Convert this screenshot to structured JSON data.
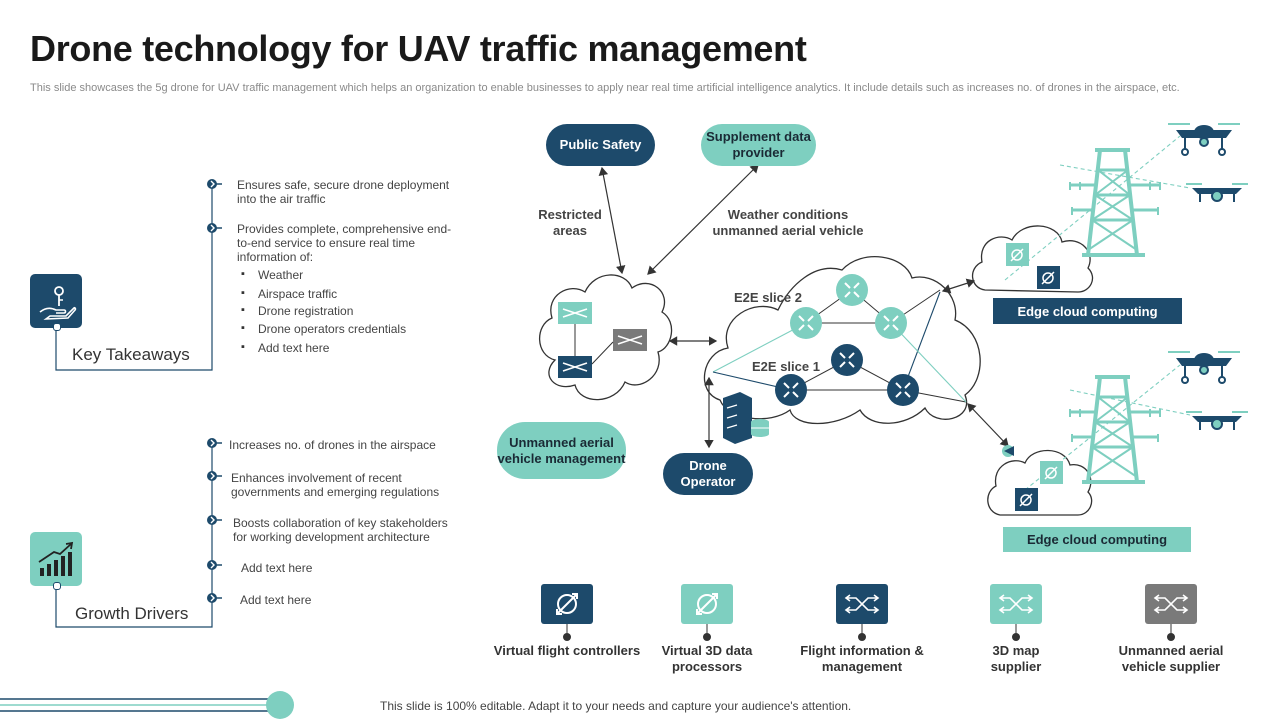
{
  "title": "Drone technology for UAV traffic management",
  "subtitle": "This slide showcases the 5g drone for UAV traffic management which helps an organization to enable businesses to apply near real time artificial intelligence analytics. It include details such as increases no. of drones in the airspace, etc.",
  "key_takeaways": {
    "label": "Key Takeaways",
    "icon": "hand-holding-key-icon",
    "bullets": [
      "Ensures safe, secure drone deployment into the air traffic",
      "Provides complete, comprehensive end-to-end service to ensure real time information of:"
    ],
    "sub_items": [
      "Weather",
      "Airspace traffic",
      "Drone registration",
      "Drone operators credentials",
      "Add text here"
    ]
  },
  "growth_drivers": {
    "label": "Growth Drivers",
    "icon": "bar-chart-growth-icon",
    "bullets": [
      "Increases no. of drones in the airspace",
      "Enhances involvement of recent governments and emerging regulations",
      "Boosts collaboration of key stakeholders for working development architecture",
      "Add text here",
      "Add text here"
    ]
  },
  "diagram": {
    "public_safety": "Public Safety",
    "supplement_data_provider": "Supplement data provider",
    "restricted_areas": "Restricted areas",
    "weather_conditions": "Weather conditions unmanned aerial vehicle",
    "e2e_slice_2": "E2E slice 2",
    "e2e_slice_1": "E2E slice 1",
    "uav_management": "Unmanned aerial vehicle management",
    "drone_operator": "Drone Operator",
    "edge_cloud_1": "Edge cloud computing",
    "edge_cloud_2": "Edge cloud computing"
  },
  "legend": [
    {
      "label": "Virtual flight controllers",
      "icon": "virtual-router-icon",
      "color": "#1d4a6b"
    },
    {
      "label": "Virtual 3D data processors",
      "icon": "virtual-router-icon",
      "color": "#7ecfc0"
    },
    {
      "label": "Flight information & management",
      "icon": "switch-arrows-icon",
      "color": "#1d4a6b"
    },
    {
      "label": "3D map supplier",
      "icon": "switch-arrows-icon",
      "color": "#7ecfc0"
    },
    {
      "label": "Unmanned aerial vehicle supplier",
      "icon": "switch-arrows-icon",
      "color": "#7a7a7a"
    }
  ],
  "footer": "This slide is 100% editable. Adapt it to your needs and capture your audience's attention.",
  "colors": {
    "navy": "#1d4a6b",
    "teal": "#7ecfc0",
    "gray": "#7a7a7a"
  }
}
